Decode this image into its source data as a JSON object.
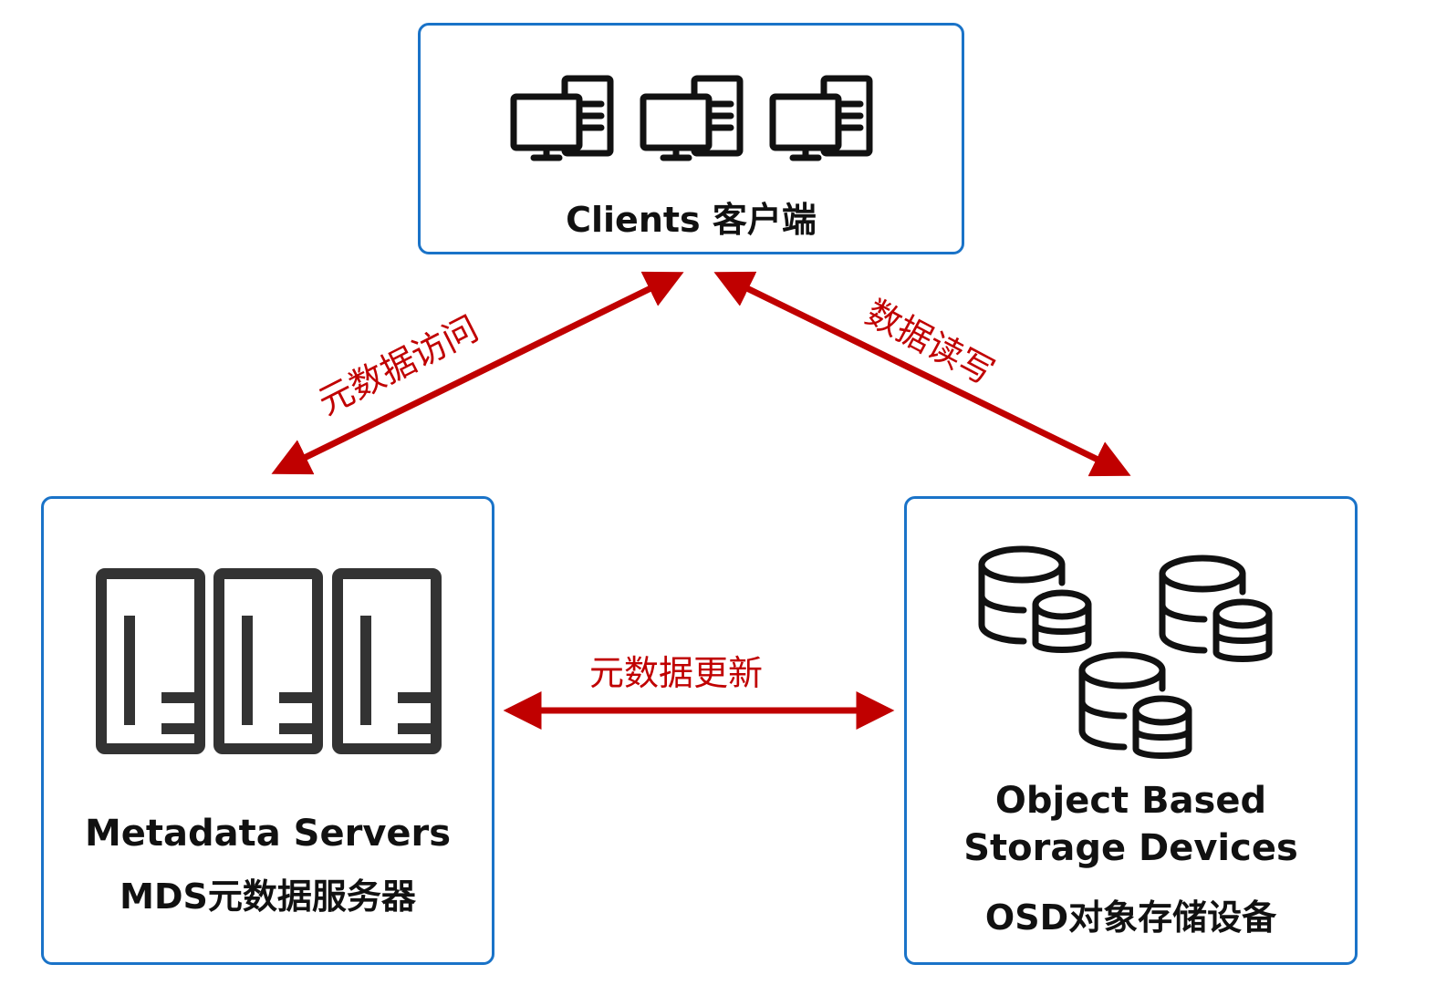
{
  "colors": {
    "box_border": "#1a73c8",
    "arrow": "#c00000",
    "icon_dark": "#111111",
    "icon_mds": "#333333",
    "text": "#111111"
  },
  "nodes": {
    "clients": {
      "label": "Clients 客户端",
      "icon": "desktop-computer-icon",
      "icon_count": 3
    },
    "mds": {
      "label_line1": "Metadata Servers",
      "label_line2": "MDS元数据服务器",
      "icon": "server-rack-icon",
      "icon_count": 3
    },
    "osd": {
      "label_line1": "Object Based",
      "label_line2": "Storage Devices",
      "label_line3": "OSD对象存储设备",
      "icon": "database-icon",
      "icon_count": 3
    }
  },
  "edges": [
    {
      "from": "clients",
      "to": "mds",
      "label": "元数据访问",
      "direction": "bidirectional"
    },
    {
      "from": "clients",
      "to": "osd",
      "label": "数据读写",
      "direction": "bidirectional"
    },
    {
      "from": "mds",
      "to": "osd",
      "label": "元数据更新",
      "direction": "bidirectional"
    }
  ]
}
